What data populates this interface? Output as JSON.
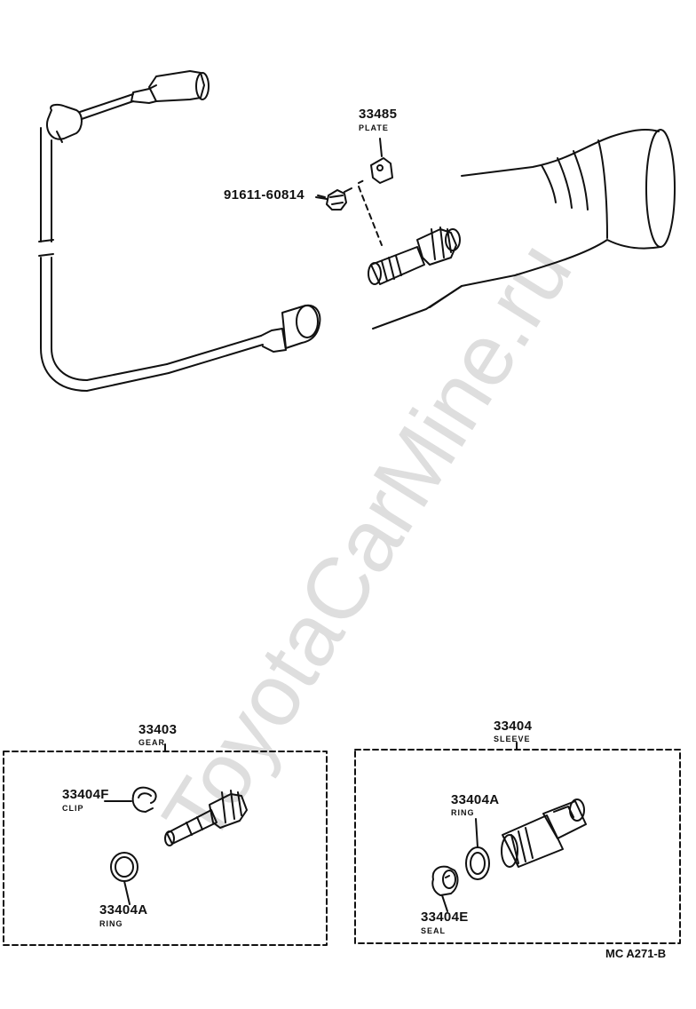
{
  "watermark": "ToyotaCarMine.ru",
  "diagram_code": "MC A271-B",
  "parts": {
    "plate": {
      "number": "33485",
      "name": "PLATE"
    },
    "bolt": {
      "number": "91611-60814"
    },
    "gear": {
      "number": "33403",
      "name": "GEAR"
    },
    "clip": {
      "number": "33404F",
      "name": "CLIP"
    },
    "gear_ring": {
      "number": "33404A",
      "name": "RING"
    },
    "sleeve": {
      "number": "33404",
      "name": "SLEEVE"
    },
    "sleeve_ring": {
      "number": "33404A",
      "name": "RING"
    },
    "seal": {
      "number": "33404E",
      "name": "SEAL"
    }
  },
  "colors": {
    "line": "#111111",
    "watermark": "#dedede"
  }
}
